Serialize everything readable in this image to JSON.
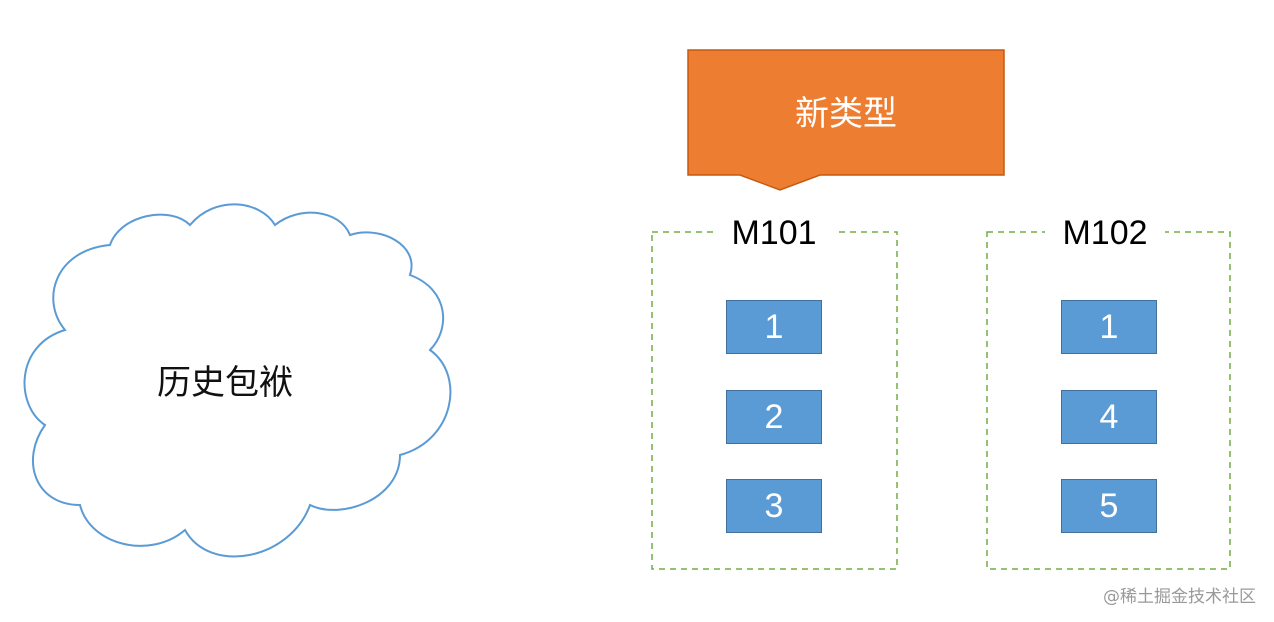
{
  "cloud": {
    "label": "历史包袱"
  },
  "callout": {
    "label": "新类型"
  },
  "groups": [
    {
      "title": "M101",
      "items": [
        "1",
        "2",
        "3"
      ]
    },
    {
      "title": "M102",
      "items": [
        "1",
        "4",
        "5"
      ]
    }
  ],
  "watermark": "@稀土掘金技术社区",
  "colors": {
    "cloud_stroke": "#5b9bd5",
    "callout_fill": "#ed7d31",
    "group_border": "#70ad47",
    "item_fill": "#5b9bd5"
  }
}
